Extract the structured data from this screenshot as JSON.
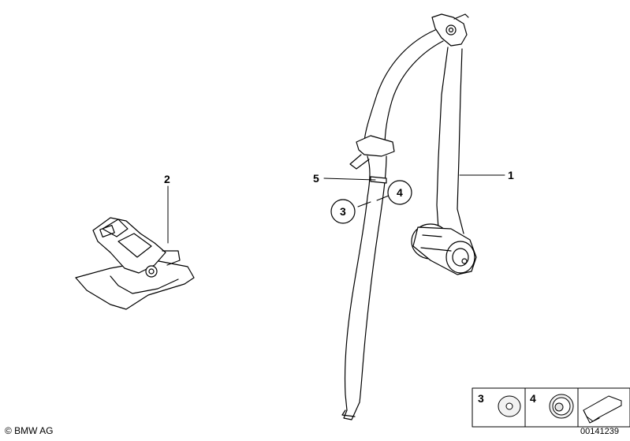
{
  "callouts": {
    "part_1": "1",
    "part_2": "2",
    "part_3": "3",
    "part_4": "4",
    "part_5": "5"
  },
  "legend": {
    "item_3": "3",
    "item_4": "4"
  },
  "footer": {
    "copyright": "© BMW AG",
    "diagram_number": "00141239"
  }
}
